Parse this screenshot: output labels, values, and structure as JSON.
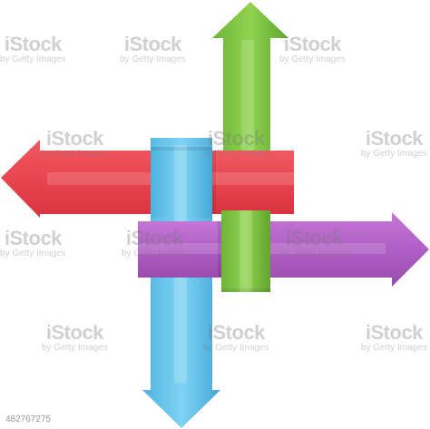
{
  "watermark": {
    "brand": "iStock",
    "credit": "by Getty Images"
  },
  "asset_id": "482767275",
  "colors": {
    "red": "#e8454f",
    "green": "#7cc242",
    "blue": "#5bc0ea",
    "purple": "#b05fc4",
    "background": "#ffffff"
  },
  "arrows": [
    {
      "name": "arrow-up-green",
      "direction": "up",
      "color": "green"
    },
    {
      "name": "arrow-left-red",
      "direction": "left",
      "color": "red"
    },
    {
      "name": "arrow-right-purple",
      "direction": "right",
      "color": "purple"
    },
    {
      "name": "arrow-down-blue",
      "direction": "down",
      "color": "blue"
    }
  ]
}
